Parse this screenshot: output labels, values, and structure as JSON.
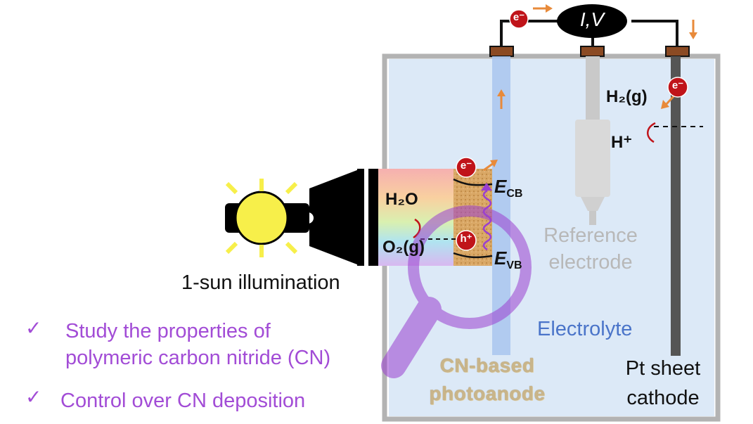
{
  "labels": {
    "meter": "I,V",
    "illumination": "1-sun illumination",
    "reference_electrode_line1": "Reference",
    "reference_electrode_line2": "electrode",
    "electrolyte": "Electrolyte",
    "photoanode_line1": "CN-based",
    "photoanode_line2": "photoanode",
    "cathode_line1": "Pt sheet",
    "cathode_line2": "cathode"
  },
  "species": {
    "electron": "e⁻",
    "hole": "h⁺",
    "water": "H₂O",
    "oxygen": "O₂(g)",
    "hydrogen": "H₂(g)",
    "proton": "H⁺",
    "conduction_band": "E",
    "conduction_band_sub": "CB",
    "valence_band": "E",
    "valence_band_sub": "VB"
  },
  "checklist": [
    {
      "text_line1": "Study the properties of",
      "text_line2": "polymeric carbon nitride (CN)"
    },
    {
      "text_line1": "Control over CN deposition"
    }
  ],
  "colors": {
    "electrolyte": "#dce9f7",
    "container": "#b3b3b3",
    "photoanode": "#b3d0f0",
    "reference": "#d9d9d9",
    "cathode": "#555555",
    "contact": "#8b4a23",
    "electron": "#c0141a",
    "arrow": "#e88a3a",
    "magnifier": "#a24cd6",
    "check": "#a24cd6",
    "sun": "#f7ef4a",
    "wire": "#111111"
  },
  "icons": [
    "sun-icon",
    "flashlight-icon",
    "magnifier-icon",
    "checkmark-icon"
  ]
}
